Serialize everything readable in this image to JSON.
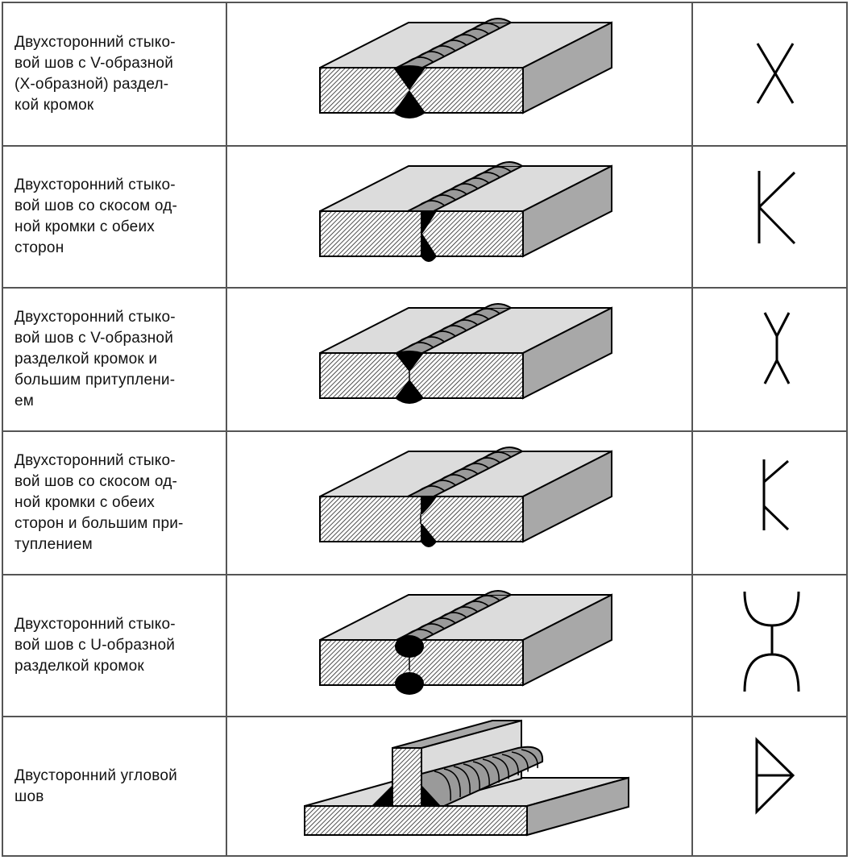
{
  "table": {
    "rows": [
      {
        "description": "Двухсторонний стыко-\nвой шов с V-образной\n(X-образной) раздел-\nкой кромок",
        "figure": "double-sided-butt-weld-x-groove",
        "symbol": "x-groove-symbol"
      },
      {
        "description": "Двухсторонний стыко-\nвой шов со скосом од-\nной кромки с обеих\nсторон",
        "figure": "double-sided-butt-weld-k-groove",
        "symbol": "k-groove-symbol"
      },
      {
        "description": "Двухсторонний стыко-\nвой шов с V-образной\nразделкой кромок и\nбольшим притуплени-\nем",
        "figure": "double-sided-butt-weld-v-groove-broad-root",
        "symbol": "double-y-groove-symbol"
      },
      {
        "description": "Двухсторонний стыко-\nвой шов со скосом од-\nной кромки с обеих\nсторон и большим при-\nтуплением",
        "figure": "double-sided-butt-weld-k-groove-broad-root",
        "symbol": "double-bevel-broad-root-symbol"
      },
      {
        "description": "Двухсторонний стыко-\nвой шов с U-образной\nразделкой кромок",
        "figure": "double-sided-butt-weld-u-groove",
        "symbol": "double-u-groove-symbol"
      },
      {
        "description": "Двусторонний угловой\nшов",
        "figure": "double-sided-fillet-weld",
        "symbol": "double-fillet-symbol"
      }
    ]
  },
  "colors": {
    "grid": "#555555",
    "plate_top": "#dcdcdc",
    "plate_side": "#a8a8a8",
    "bead": "#9a9a9a",
    "weld_section": "#000000"
  }
}
